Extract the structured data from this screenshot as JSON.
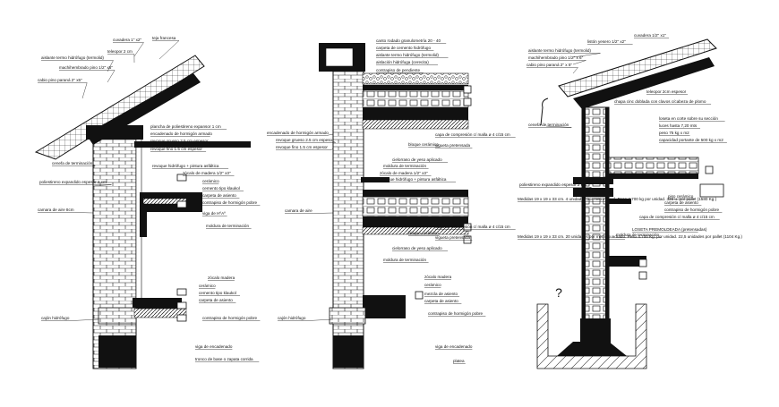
{
  "drawings": [
    {
      "id": "left",
      "labels": [
        "cuvadera 1\" x2\"",
        "teja francesa",
        "teleopor 2 cm",
        "aislante termo hidrófugo (termolid)",
        "machihembrado pino 1/2\" x6\"",
        "cabio pino paraná 2\" x5\"",
        "plancha de poliestireno expansor 1 cm",
        "encadenado de hormigón armado",
        "revoque grueso 2.5 cm espesor",
        "revoque fino 1.5 cm espesor",
        "cenefa de terminación",
        "revoque hidrófugo + pintura asfáltica",
        "poliestireno expandido espesor 2 cm",
        "zócalo de madera 1/2\" x3\"",
        "cerámico",
        "cemento tipo klaukol",
        "carpeta de asiento",
        "contrapiso de hormigón pobre",
        "camara de aire 8cm",
        "viga de HºAº",
        "moldura de terminación",
        "zócalo madera",
        "cerámico",
        "cemento tipo klaukol",
        "carpeta de asiento",
        "cajón hidrófugo",
        "contrapiso de hormigón pobre",
        "viga de encadenado",
        "tronco de base o zapata corrida"
      ]
    },
    {
      "id": "middle",
      "labels": [
        "canto rodado granulometría 20 - 40",
        "carpeta de cemento hidrófugo",
        "aislante termo hidrófugo (termolid)",
        "aislación hidrófuga (cerecita)",
        "contrapiso de pendiente",
        "encadenado de hormigón armado",
        "revoque grueso 2.5 cm espesor",
        "revoque fino 1.5 cm espesor",
        "bloque cerámico",
        "capa de compresión c/ malla ø 4 c/15 cm",
        "vigueta pretensada",
        "cielorraso de yeso aplicado",
        "moldura de terminación",
        "zócalo de madera 1/2\" x3\"",
        "revoque hidrófugo + pintura asfáltica",
        "camara de aire",
        "bloque cerámico",
        "capa de compresión c/ malla ø 4 c/15 cm",
        "vigueta pretensada",
        "cielorraso de yeso aplicado",
        "moldura de terminación",
        "zócalo madera",
        "cerámico",
        "mezcla de asiento",
        "carpeta de asiento",
        "cajón hidrófugo",
        "contrapiso de hormigón pobre",
        "viga de encadenado",
        "platea"
      ]
    },
    {
      "id": "right",
      "labels": [
        "cuvadera 1/2\" x1\"",
        "listón yesero 1/2\" x2\"",
        "aislante termo hidrófugo (termolid)",
        "machihembrado pino 1/2\" x 6\"",
        "cabio pino paraná 2\" x 5\"",
        "teleopor 2cm espesor",
        "chapa cinc doblada con clavos c/cabeza de plomo",
        "cenefa de terminación",
        "loseta en corte sobre su sección",
        "luces hasta 7,20 mts",
        "peso 75 kg x m2",
        "capacidad portante de 500 kg x m2",
        "poliestireno expandido espesor 2 cm",
        "piso cerámico",
        "carpeta de asiento",
        "contrapiso de hormigón pobre",
        "Medidas 19 x 19 x 33 cm. 4 unidades por metro lineal. Peso 4.700 kg por unidad. 336 u. por pallet (1580 Kg.)",
        "capa de compresión c/ malla ø 4 c/15 cm",
        "LOSETA PREMOLDEADA (pretensadas)",
        "moldura de terminación",
        "Medidas 19 x 19 x 33 cm. 20 unidades por metro cuadrado. Peso 4.700 Kg. por unidad. 22,5 unidades por pallet (1104 Kg.)",
        "?"
      ]
    }
  ]
}
